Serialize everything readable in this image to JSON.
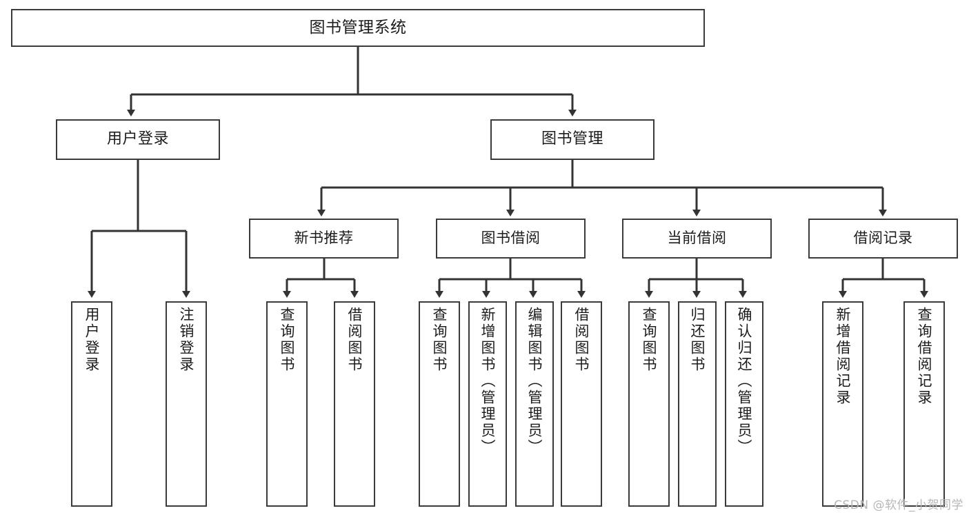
{
  "diagram": {
    "type": "tree",
    "title": "图书管理系统",
    "watermark": "CSDN @软件_小贺同学",
    "colors": {
      "background": "#ffffff",
      "box_stroke": "#3a3a3a",
      "box_fill": "#ffffff",
      "connector": "#333333",
      "text": "#1c1c1c",
      "watermark": "#b6b6b6"
    },
    "nodes": {
      "root": {
        "label": "图书管理系统"
      },
      "level1": [
        {
          "label": "用户登录"
        },
        {
          "label": "图书管理"
        }
      ],
      "level2": [
        {
          "label": "新书推荐"
        },
        {
          "label": "图书借阅"
        },
        {
          "label": "当前借阅"
        },
        {
          "label": "借阅记录"
        }
      ],
      "leaves": {
        "user_login": [
          {
            "label": "用户登录"
          },
          {
            "label": "注销登录"
          }
        ],
        "new_book": [
          {
            "label": "查询图书"
          },
          {
            "label": "借阅图书"
          }
        ],
        "book_borrow": [
          {
            "label": "查询图书"
          },
          {
            "label": "新增图书（管理员）"
          },
          {
            "label": "编辑图书（管理员）"
          },
          {
            "label": "借阅图书"
          }
        ],
        "current_borrow": [
          {
            "label": "查询图书"
          },
          {
            "label": "归还图书"
          },
          {
            "label": "确认归还（管理员）"
          }
        ],
        "borrow_record": [
          {
            "label": "新增借阅记录"
          },
          {
            "label": "查询借阅记录"
          }
        ]
      }
    }
  }
}
